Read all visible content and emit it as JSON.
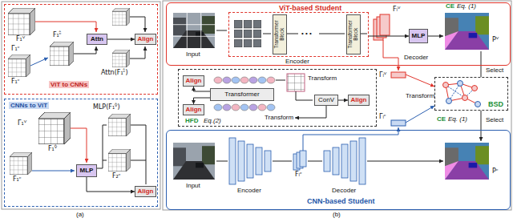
{
  "diagram": {
    "nodes": [
      {
        "text": [
          "ViT to CNNs"
        ]
      },
      {
        "text": [
          "Attn"
        ],
        "in": 0
      },
      {
        "text": [
          "Align"
        ],
        "in": 0
      },
      {
        "text": [
          "CNNs to ViT"
        ]
      },
      {
        "text": [
          "MLP"
        ],
        "in": 3
      },
      {
        "text": [
          "Align"
        ],
        "in": 3
      },
      {
        "text": [
          "ViT-based Student"
        ]
      },
      {
        "text": [
          "Encoder"
        ],
        "in": 6
      },
      {
        "text": [
          "Transformer Block"
        ],
        "in": 7
      },
      {
        "text": [
          "Transformer Block"
        ],
        "in": 7
      },
      {
        "text": [
          "MLP"
        ],
        "in": 6
      },
      {
        "text": [
          "HFD",
          "Eq.(2)"
        ]
      },
      {
        "text": [
          "Align"
        ],
        "in": 11
      },
      {
        "text": [
          "Transformer"
        ],
        "in": 11
      },
      {
        "text": [
          "Align"
        ],
        "in": 11
      },
      {
        "text": [
          "ConV"
        ],
        "in": 11
      },
      {
        "text": [
          "Align"
        ],
        "in": 11
      },
      {
        "text": [
          "BSD"
        ]
      },
      {
        "text": [
          "CNN-based Student"
        ]
      }
    ],
    "edges": [
      {
        "from": 1,
        "to": 2,
        "arrow": "to"
      },
      {
        "from": 4,
        "to": 5,
        "arrow": "to"
      },
      {
        "from": 7,
        "to": 10,
        "arrow": "to"
      },
      {
        "from": 13,
        "to": 12,
        "arrow": "to"
      },
      {
        "from": 13,
        "to": 14,
        "arrow": "to"
      },
      {
        "from": 15,
        "to": 16,
        "arrow": "to"
      }
    ],
    "labels": [
      "(a)",
      "(b)",
      "F₁ⱽ",
      "Γ₁ᶜ",
      "F₁ᶜ",
      "F₁ᶜ̂",
      "Attn(F₁ᶜ̂)",
      "Γ₁ⱽ",
      "F₁ⱽ̂",
      "F₁ᶜ",
      "MLP(F₁ⱽ̂)",
      "F₂ᶜ",
      "Input",
      "• • •",
      "Fₗⱽ",
      "Decoder",
      "CE",
      "Eq. (1)",
      "Pⱽ",
      "Γₗⱽ",
      "Transform",
      "Transform",
      "Transform",
      "Γₗᶜ",
      "Select",
      "Select",
      "CE",
      "Eq. (1)",
      "Input",
      "Encoder",
      "Fₗᶜ",
      "Decoder",
      "Pᶜ"
    ]
  }
}
